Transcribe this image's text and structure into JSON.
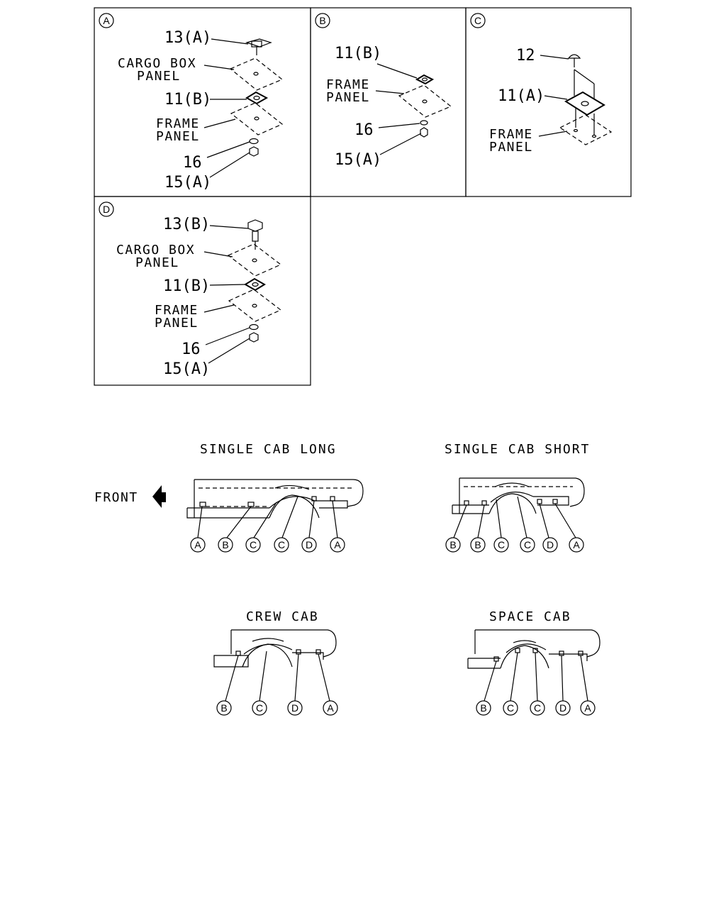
{
  "panels": {
    "A": {
      "tag": "A",
      "bolt": "13(A)",
      "cargo_line1": "CARGO BOX",
      "cargo_line2": "PANEL",
      "plate": "11(B)",
      "frame_line1": "FRAME",
      "frame_line2": "PANEL",
      "washer": "16",
      "nut": "15(A)"
    },
    "B": {
      "tag": "B",
      "plate": "11(B)",
      "frame_line1": "FRAME",
      "frame_line2": "PANEL",
      "washer": "16",
      "nut": "15(A)"
    },
    "C": {
      "tag": "C",
      "screw": "12",
      "plate": "11(A)",
      "frame_line1": "FRAME",
      "frame_line2": "PANEL"
    },
    "D": {
      "tag": "D",
      "bolt": "13(B)",
      "cargo_line1": "CARGO BOX",
      "cargo_line2": "PANEL",
      "plate": "11(B)",
      "frame_line1": "FRAME",
      "frame_line2": "PANEL",
      "washer": "16",
      "nut": "15(A)"
    }
  },
  "front_label": "FRONT",
  "views": {
    "single_long": {
      "title": "SINGLE CAB LONG",
      "markers": [
        "A",
        "B",
        "C",
        "C",
        "D",
        "A"
      ]
    },
    "single_short": {
      "title": "SINGLE CAB SHORT",
      "markers": [
        "B",
        "B",
        "C",
        "C",
        "D",
        "A"
      ]
    },
    "crew": {
      "title": "CREW CAB",
      "markers": [
        "B",
        "C",
        "D",
        "A"
      ]
    },
    "space": {
      "title": "SPACE CAB",
      "markers": [
        "B",
        "C",
        "C",
        "D",
        "A"
      ]
    }
  }
}
